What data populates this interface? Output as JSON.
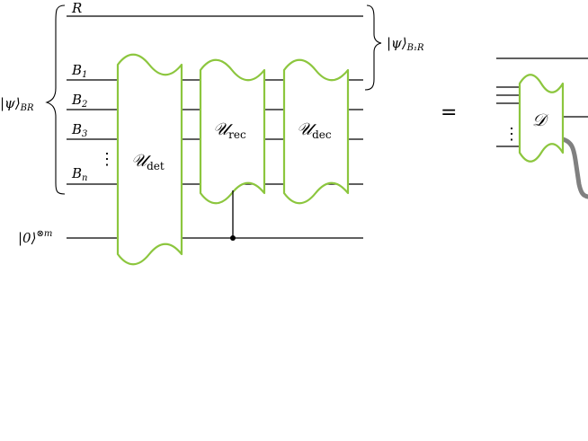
{
  "labels": {
    "R": "R",
    "B1": "B",
    "B1_sub": "1",
    "B2": "B",
    "B2_sub": "2",
    "B3": "B",
    "B3_sub": "3",
    "Bn": "B",
    "Bn_sub": "n",
    "psi_BR": "|ψ⟩",
    "psi_BR_sub": "BR",
    "psi_B1R": "|ψ⟩",
    "psi_B1R_sub": "B₁R",
    "ancilla": "|0⟩",
    "ancilla_sup": "⊗m",
    "vdots": "⋮",
    "equals": "="
  },
  "gates": {
    "det": {
      "name": "𝒰",
      "sub": "det"
    },
    "rec": {
      "name": "𝒰",
      "sub": "rec"
    },
    "dec": {
      "name": "𝒰",
      "sub": "dec"
    },
    "D": {
      "name": "𝒟"
    }
  },
  "colors": {
    "gate_border": "#8cc63e",
    "wire": "#000000",
    "connector": "#808080"
  }
}
